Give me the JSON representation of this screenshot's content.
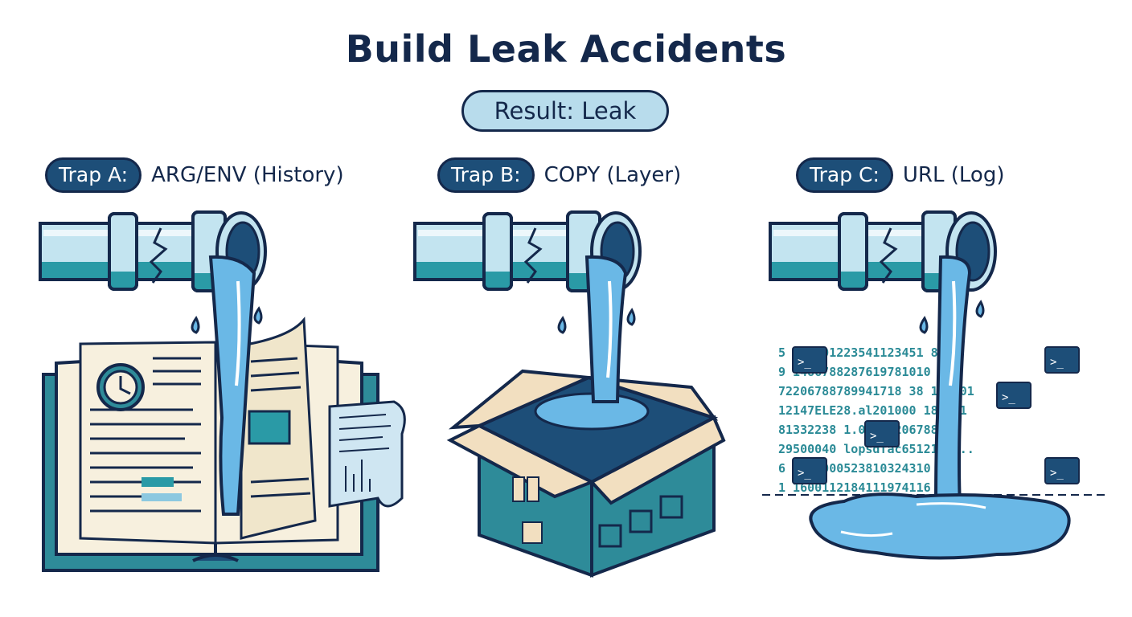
{
  "title": "Build Leak Accidents",
  "result": "Result: Leak",
  "traps": [
    {
      "badge": "Trap A:",
      "text": "ARG/ENV (History)"
    },
    {
      "badge": "Trap B:",
      "text": "COPY (Layer)"
    },
    {
      "badge": "Trap C:",
      "text": "URL (Log)"
    }
  ],
  "log_lines": [
    "5    110101223541123451 8    1",
    "9    1486788287619781010    0",
    "72206788789941718 38   110101",
    "12147ELE28.al201000   184461",
    "81332238    1.02372206788788",
    "29500040    lopsdfac65121473..",
    "6    1659000523810324310    1",
    "1    1600112184111974116    0"
  ],
  "colors": {
    "navy": "#14284b",
    "teal": "#2a8a96",
    "pipe_light": "#c3e4f0",
    "water": "#6ab8e6",
    "paper": "#f7f0de",
    "box_teal": "#2e8b99",
    "box_flap": "#f2dfc0"
  },
  "icons": [
    "pipe-icon",
    "book-icon",
    "clock-icon",
    "box-icon",
    "terminal-icon",
    "water-puddle-icon"
  ]
}
